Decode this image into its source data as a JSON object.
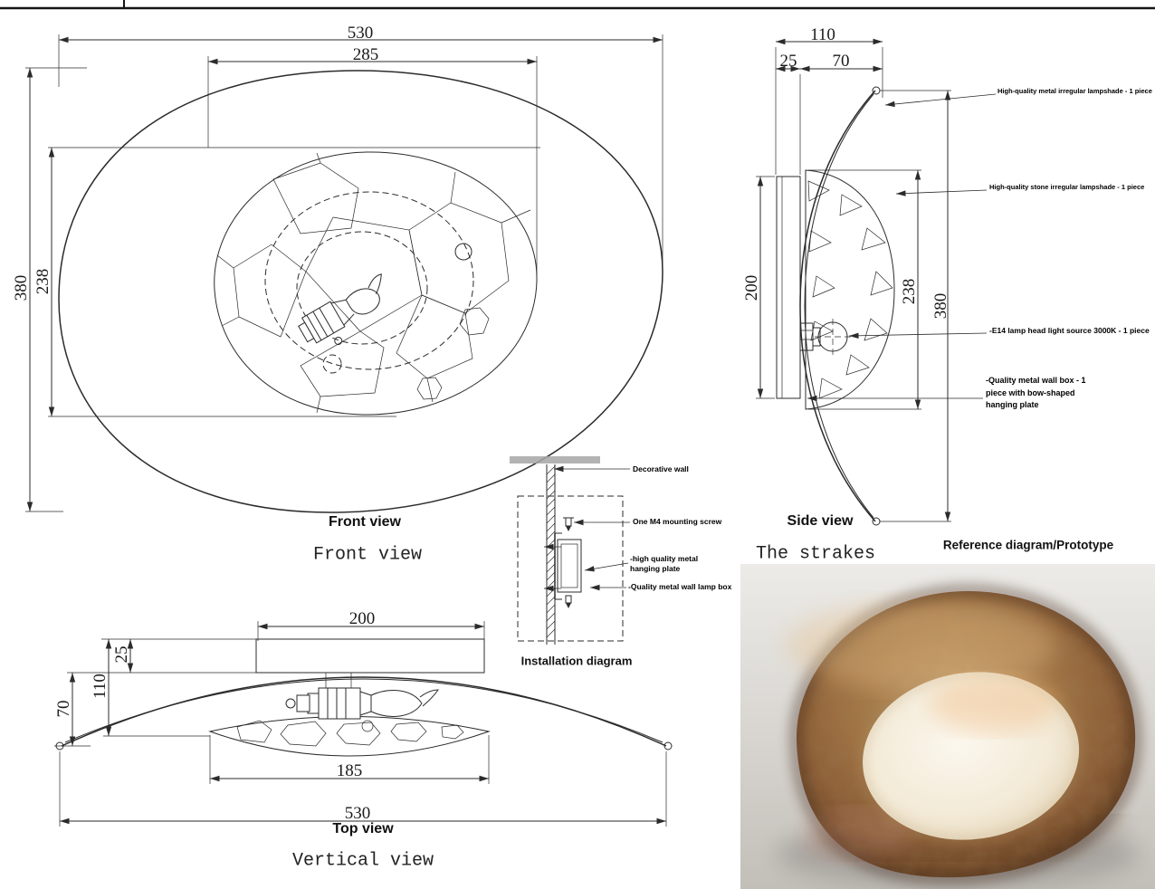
{
  "colors": {
    "drawing_line": "#2b2b2b",
    "hex_pattern_stroke": "#a9814a",
    "photo_bronze": "#8a5a33",
    "photo_stone": "#f6efe1",
    "photo_background": "#d9d6d1"
  },
  "front_view": {
    "caption_bold": "Front view",
    "caption_serif": "Front view",
    "dim_outer_width": "530",
    "dim_inner_width": "285",
    "dim_outer_height": "380",
    "dim_inner_height": "238"
  },
  "side_view": {
    "caption_bold": "Side view",
    "caption_serif": "The strakes",
    "dim_total_depth": "110",
    "dim_box_depth": "25",
    "dim_shade_depth": "70",
    "dim_box_height": "200",
    "dim_stone_height": "238",
    "dim_total_height": "380",
    "annotations": [
      "High-quality metal irregular lampshade - 1 piece",
      "High-quality stone irregular lampshade - 1 piece",
      "-E14 lamp head light source 3000K - 1 piece",
      "-Quality metal wall box - 1 piece with bow-shaped hanging plate"
    ]
  },
  "installation": {
    "caption": "Installation diagram",
    "labels": {
      "wall": "Decorative wall",
      "screw": "One M4 mounting screw",
      "plate": "-high quality metal hanging plate",
      "box": "-Quality metal wall lamp box"
    }
  },
  "top_view": {
    "caption_bold": "Top view",
    "caption_serif": "Vertical view",
    "dim_box_width": "200",
    "dim_box_depth": "25",
    "dim_mid_depth": "110",
    "dim_shade_depth": "70",
    "dim_stone_width": "185",
    "dim_total_width": "530"
  },
  "reference": {
    "caption": "Reference diagram/Prototype"
  }
}
